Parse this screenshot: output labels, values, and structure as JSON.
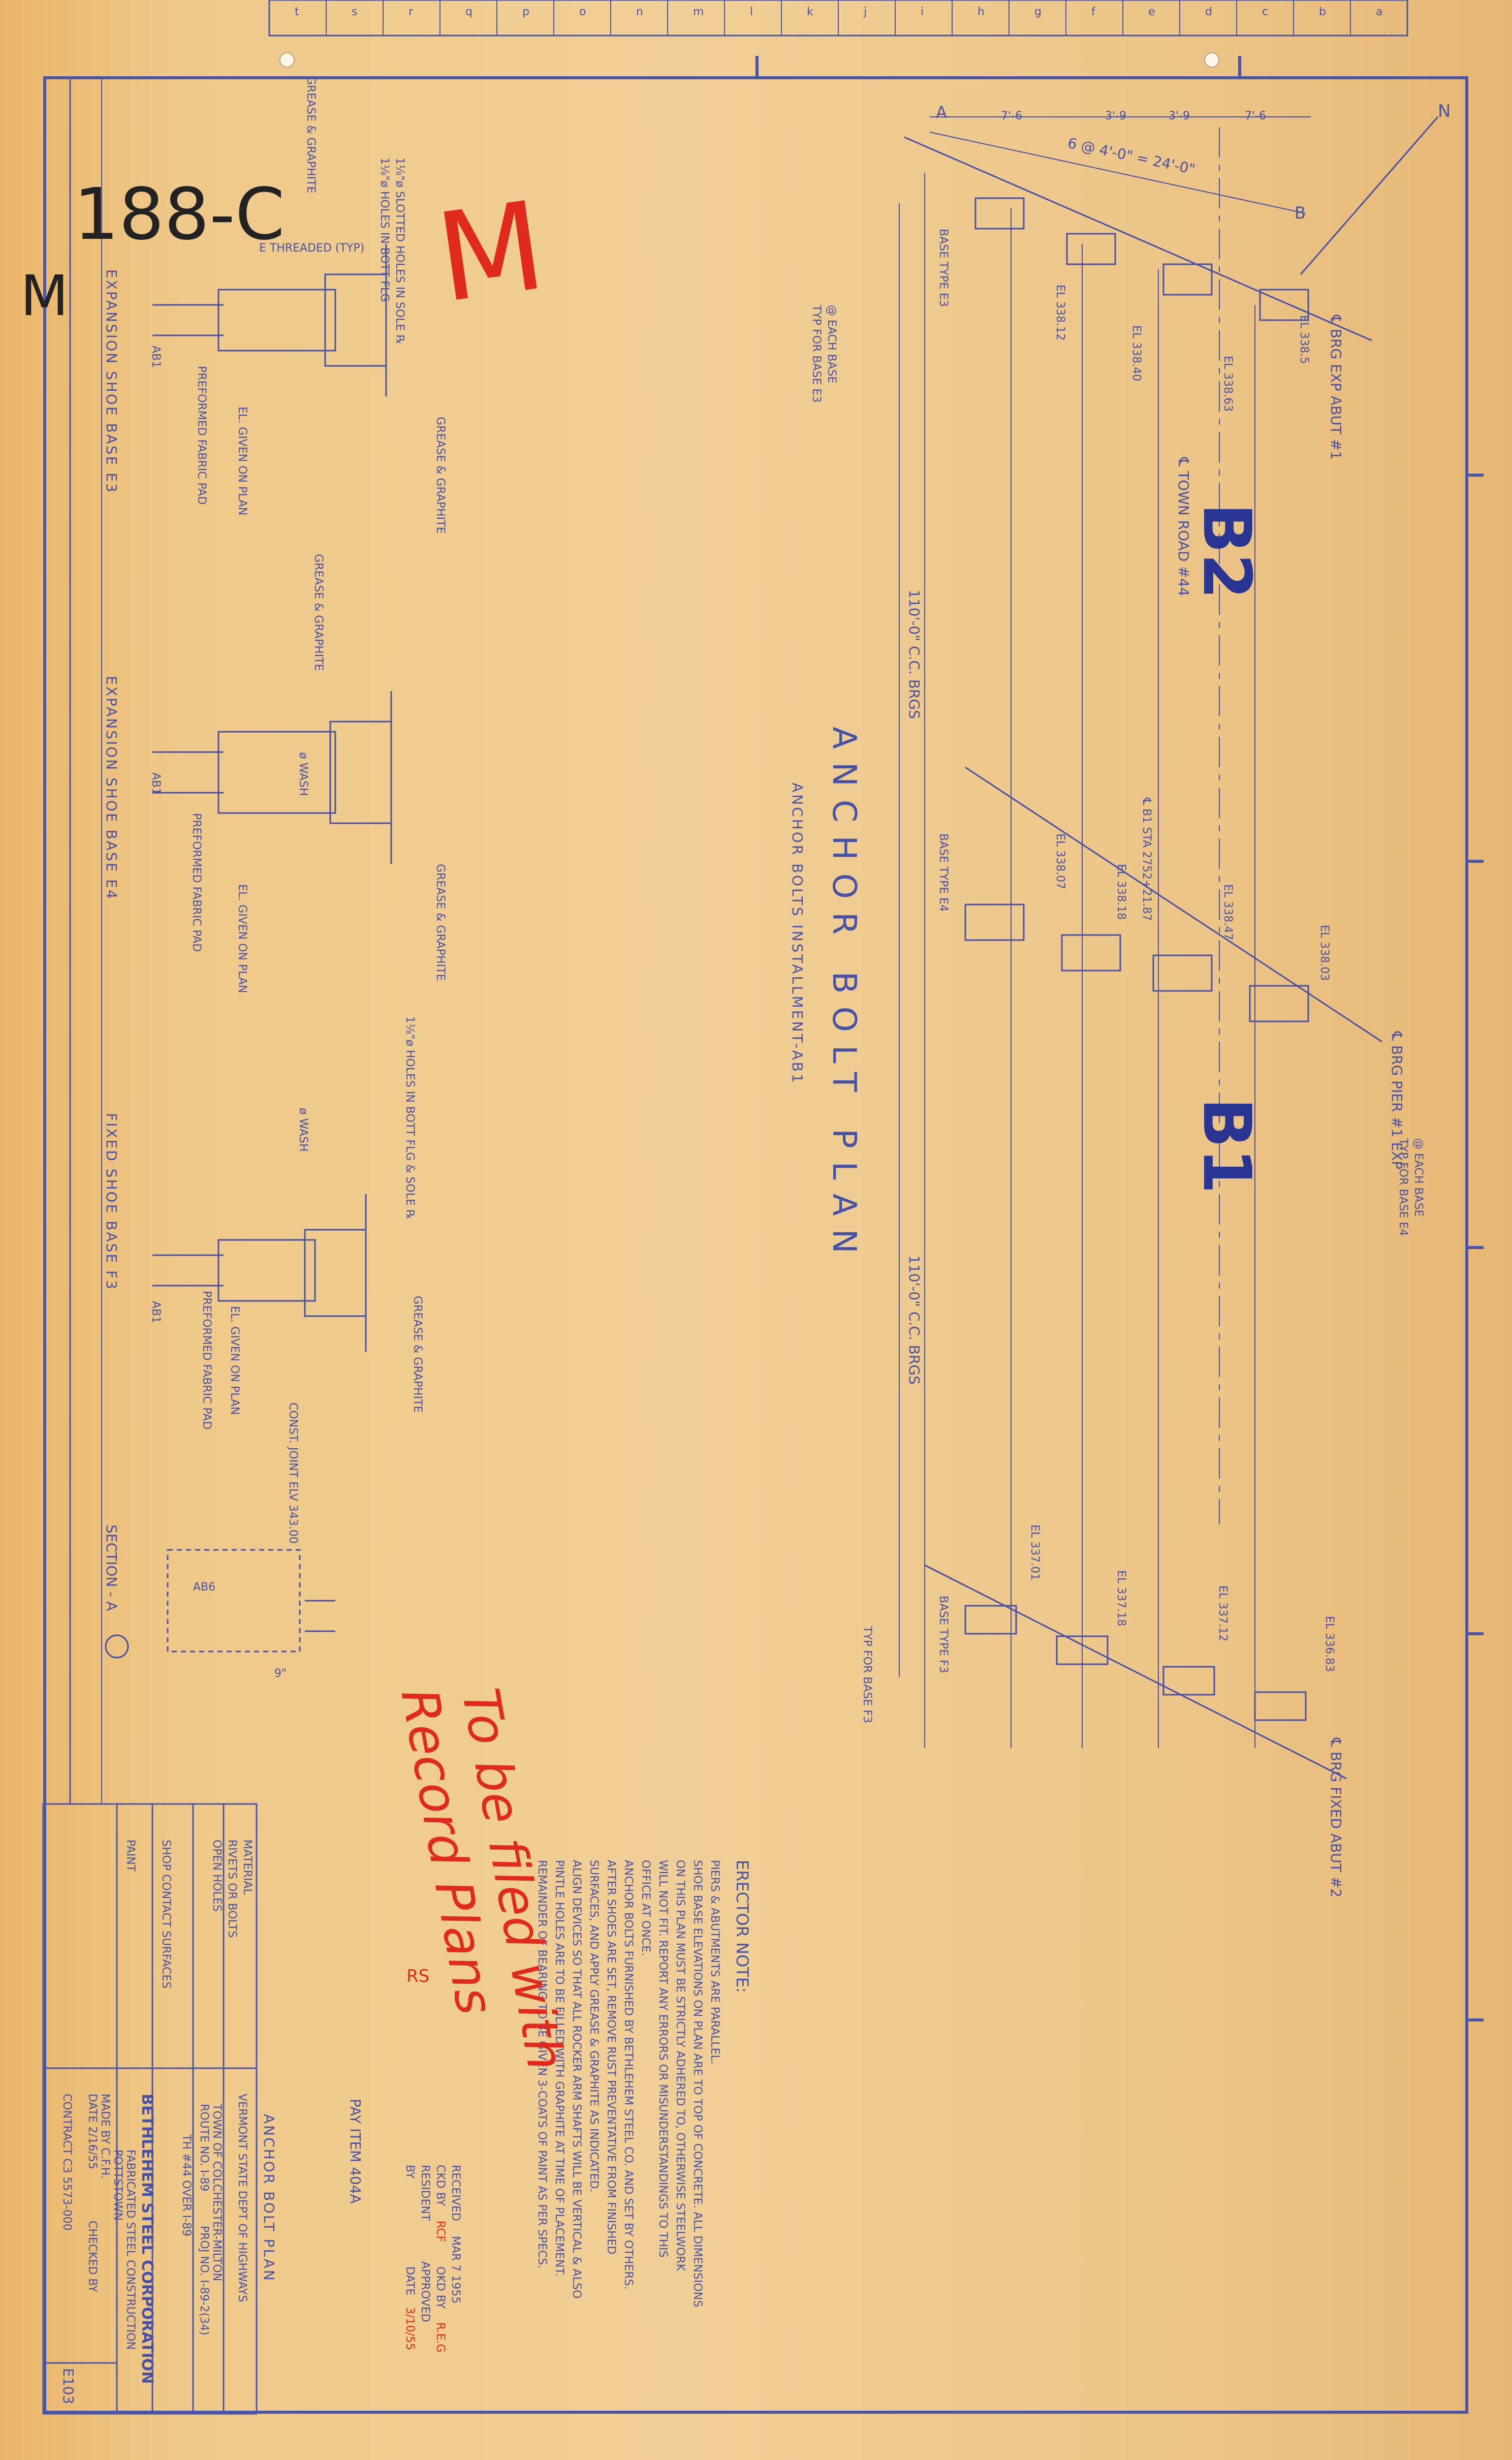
{
  "sheet": {
    "ref_number": "188-C",
    "margin_mark": "M",
    "big_mark": "M",
    "top_index": [
      "a",
      "b",
      "c",
      "d",
      "e",
      "f",
      "g",
      "h",
      "i",
      "j",
      "k",
      "l",
      "m",
      "n",
      "o",
      "p",
      "q",
      "r",
      "s",
      "t"
    ]
  },
  "plan": {
    "title": "ANCHOR BOLT PLAN",
    "subtitle": "ANCHOR BOLTS INSTALLMENT-AB1",
    "span_b2": "B2",
    "span_b1": "B1",
    "north": "N",
    "axis_a": "A",
    "axis_b": "B",
    "label_abut1": "℄ BRG EXP ABUT #1",
    "label_pier1": "℄ BRG PIER #1 EXP",
    "label_abut2": "℄ BRG FIXED ABUT #2",
    "label_town_road": "℄ TOWN ROAD #44",
    "span_dim_1": "110'-0\" C.C. BRGS",
    "span_dim_2": "110'-0\" C.C. BRGS",
    "skew_dim": "6 @ 4'-0\" = 24'-0\"",
    "dims_top": [
      "7'-6",
      "3'-9",
      "3'-9",
      "7'-6"
    ],
    "base_e3": "BASE TYPE E3",
    "base_e4": "BASE TYPE E4",
    "base_f3": "BASE TYPE F3",
    "typ_e3": "TYP FOR BASE E3",
    "typ_e4": "TYP FOR BASE E4",
    "typ_f3": "TYP FOR BASE F3",
    "each_base": "@ EACH BASE",
    "els_abut1": [
      "EL 338.12",
      "EL 338.40",
      "EL 338.63",
      "EL 338.5"
    ],
    "els_pier": [
      "EL 338.07",
      "EL 338.18",
      "EL 338.47",
      "EL 338.03"
    ],
    "els_abut2": [
      "EL 337.01",
      "EL 337.18",
      "EL 337.12",
      "EL 336.83"
    ],
    "station": "℄ B1 STA 2752+21.87"
  },
  "details": {
    "e3_title": "EXPANSION SHOE BASE E3",
    "e4_title": "EXPANSION SHOE BASE E4",
    "f3_title": "FIXED SHOE BASE F3",
    "el_given": "EL. GIVEN ON PLAN",
    "grease": "GREASE & GRAPHITE",
    "pad": "PREFORMED FABRIC PAD",
    "slotted": "1⅛\"ø SLOTTED HOLES IN SOLE ℞",
    "holes": "1⅛\"ø HOLES IN BOTT FLG",
    "holes2": "1⅛\"ø HOLES IN BOTT FLG & SOLE ℞",
    "threaded": "E THREADED (TYP)",
    "washer": "ø WASH",
    "ab1": "AB1",
    "section": "SECTION - A",
    "conc_elev": "CONST. JOINT ELV 343.00",
    "section_ab": "AB6",
    "dim_9": "9\""
  },
  "notes": {
    "header": "ERECTOR NOTE:",
    "lines": [
      "PIERS & ABUTMENTS ARE PARALLEL.",
      "SHOE BASE ELEVATIONS ON PLAN ARE TO TOP OF CONCRETE. ALL DIMENSIONS",
      "ON THIS PLAN MUST BE STRICTLY ADHERED TO, OTHERWISE STEELWORK",
      "WILL NOT FIT. REPORT ANY ERRORS OR MISUNDERSTANDINGS TO THIS",
      "OFFICE AT ONCE.",
      "ANCHOR BOLTS FURNISHED BY BETHLEHEM STEEL CO. AND SET BY OTHERS.",
      "AFTER SHOES ARE SET, REMOVE RUST PREVENTATIVE FROM FINISHED",
      "SURFACES, AND APPLY GREASE & GRAPHITE AS INDICATED.",
      "ALIGN DEVICES SO THAT ALL ROCKER ARM SHAFTS WILL BE VERTICAL & ALSO",
      "PINTLE HOLES ARE TO BE FILLED WITH GRAPHITE AT TIME OF PLACEMENT.",
      "REMAINDER OF BEARING TO BE GIVEN 3-COATS OF PAINT AS PER SPECS."
    ]
  },
  "received": {
    "received": "RECEIVED",
    "date": "MAR 7 1955",
    "ckd_by": "CKD BY",
    "ckd_initials": "RCF",
    "okd_by": "OKD BY",
    "okd_initials": "R.E.G",
    "resident": "RESIDENT",
    "approved": "APPROVED",
    "by": "BY",
    "date_label": "DATE",
    "date_value": "3/10/55",
    "item": "PAY ITEM 404A"
  },
  "record": {
    "line1": "To be filed with",
    "line2": "Record Plans",
    "initials": "RS"
  },
  "title_block": {
    "drawing_title": "ANCHOR BOLT PLAN",
    "customer": "VERMONT STATE DEPT OF HIGHWAYS",
    "structure": "TOWN OF COLCHESTER-MILTON",
    "route": "ROUTE NO. I-89",
    "project": "PROJ NO. I-89-2(34)",
    "bridge": "TH #44 OVER I-89",
    "company": "BETHLEHEM STEEL CORPORATION",
    "division": "FABRICATED STEEL CONSTRUCTION",
    "plant": "POTTSTOWN",
    "made_by": "MADE BY C.F.H.",
    "date1": "DATE 2/16/55",
    "checked": "CHECKED BY",
    "contract": "CONTRACT C3 5573-000",
    "drawing_no": "E103",
    "material": "MATERIAL",
    "rivets": "RIVETS OR BOLTS",
    "open_holes": "OPEN HOLES",
    "shop_paint": "SHOP CONTACT SURFACES",
    "paint": "PAINT"
  }
}
